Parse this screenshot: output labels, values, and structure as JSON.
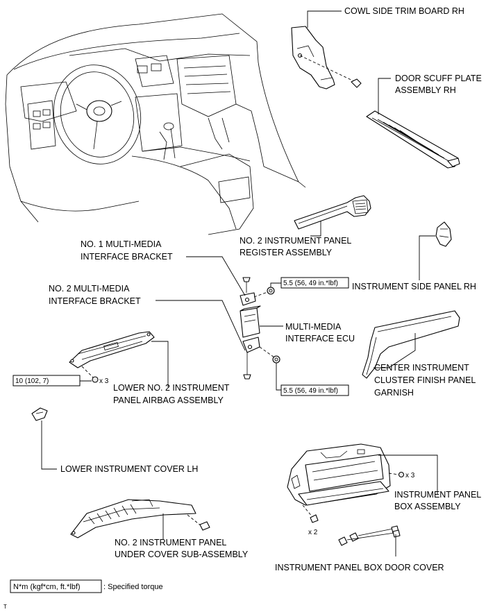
{
  "labels": {
    "cowl_side_trim_board_rh": "COWL SIDE TRIM BOARD RH",
    "door_scuff_plate_l1": "DOOR SCUFF PLATE",
    "door_scuff_plate_l2": "ASSEMBLY RH",
    "no2_register_l1": "NO. 2 INSTRUMENT PANEL",
    "no2_register_l2": "REGISTER ASSEMBLY",
    "no1_mm_bracket_l1": "NO. 1 MULTI-MEDIA",
    "no1_mm_bracket_l2": "INTERFACE BRACKET",
    "instrument_side_panel_rh": "INSTRUMENT SIDE PANEL RH",
    "no2_mm_bracket_l1": "NO. 2 MULTI-MEDIA",
    "no2_mm_bracket_l2": "INTERFACE BRACKET",
    "mm_ecu_l1": "MULTI-MEDIA",
    "mm_ecu_l2": "INTERFACE ECU",
    "center_garnish_l1": "CENTER INSTRUMENT",
    "center_garnish_l2": "CLUSTER FINISH PANEL",
    "center_garnish_l3": "GARNISH",
    "lower_airbag_l1": "LOWER NO. 2 INSTRUMENT",
    "lower_airbag_l2": "PANEL AIRBAG ASSEMBLY",
    "lower_cover_lh": "LOWER INSTRUMENT COVER LH",
    "box_assembly_l1": "INSTRUMENT PANEL",
    "box_assembly_l2": "BOX ASSEMBLY",
    "under_cover_l1": "NO. 2 INSTRUMENT PANEL",
    "under_cover_l2": "UNDER COVER SUB-ASSEMBLY",
    "box_door_cover": "INSTRUMENT PANEL BOX DOOR COVER"
  },
  "torques": {
    "mm_upper": "5.5 (56, 49 in.*lbf)",
    "mm_lower": "5.5 (56, 49 in.*lbf)",
    "airbag": "10 (102, 7)"
  },
  "quantities": {
    "airbag_bolts": "x 3",
    "box_screws": "x 3",
    "box_bolts": "x 2"
  },
  "legend": {
    "unit": "N*m (kgf*cm, ft.*lbf)",
    "text": ": Specified torque"
  },
  "footer_mark": "T"
}
